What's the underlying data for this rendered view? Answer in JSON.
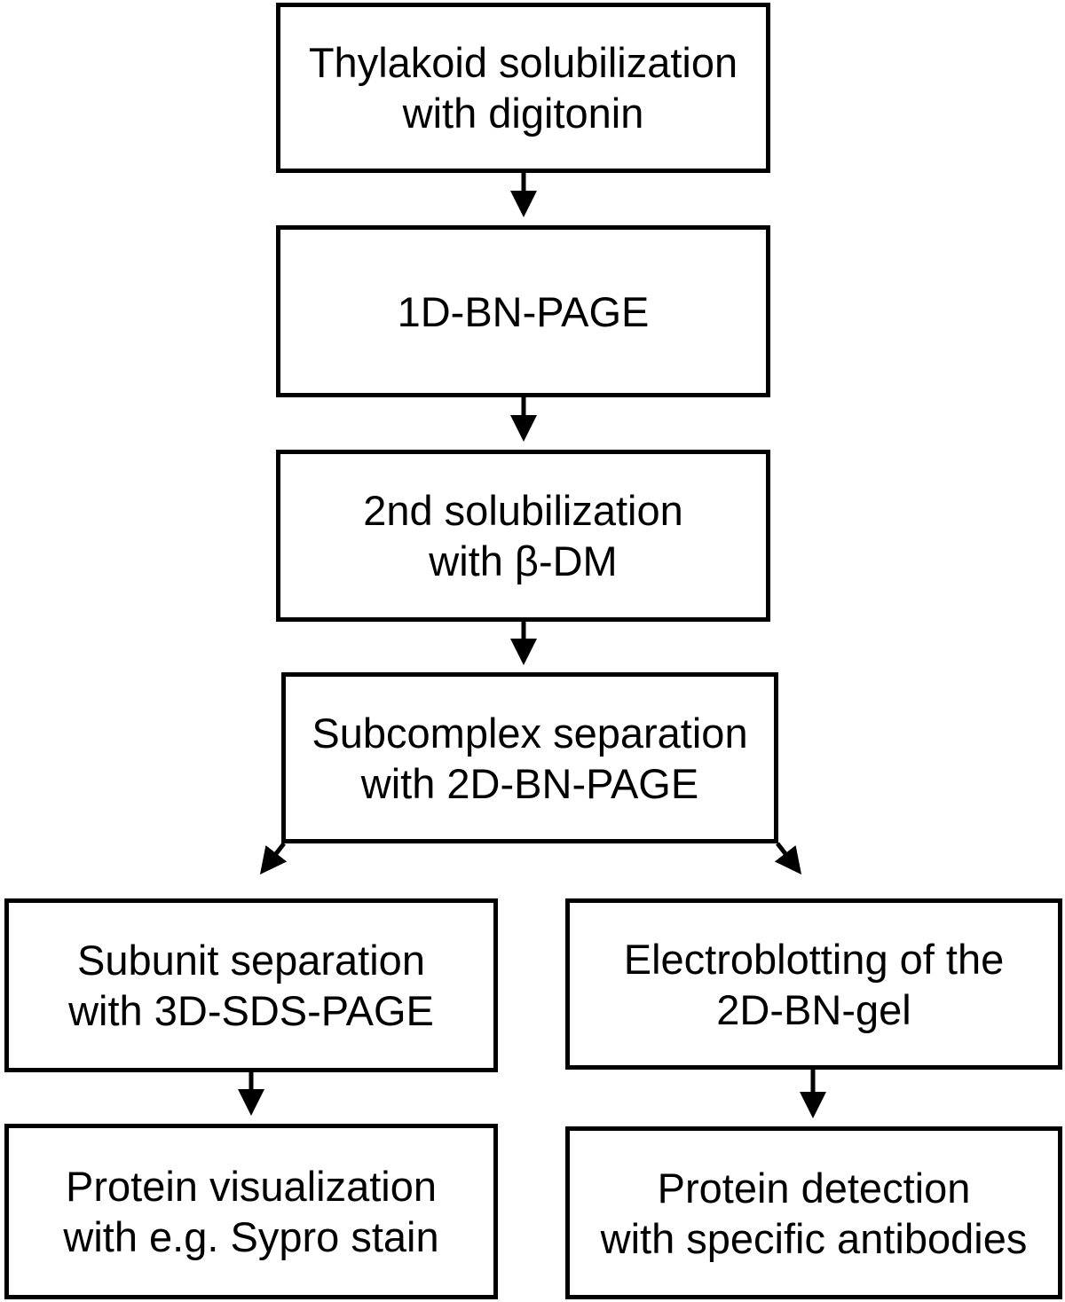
{
  "nodes": [
    {
      "id": "n1",
      "lines": [
        "Thylakoid solubilization",
        "with digitonin"
      ]
    },
    {
      "id": "n2",
      "lines": [
        "1D-BN-PAGE"
      ]
    },
    {
      "id": "n3",
      "lines": [
        "2nd solubilization",
        "with β-DM"
      ]
    },
    {
      "id": "n4",
      "lines": [
        "Subcomplex separation",
        "with 2D-BN-PAGE"
      ]
    },
    {
      "id": "n5",
      "lines": [
        "Subunit separation",
        "with 3D-SDS-PAGE"
      ]
    },
    {
      "id": "n6",
      "lines": [
        "Electroblotting of the",
        "2D-BN-gel"
      ]
    },
    {
      "id": "n7",
      "lines": [
        "Protein visualization",
        "with e.g. Sypro stain"
      ]
    },
    {
      "id": "n8",
      "lines": [
        "Protein detection",
        "with specific antibodies"
      ]
    }
  ],
  "edges": [
    {
      "from": "n1",
      "to": "n2"
    },
    {
      "from": "n2",
      "to": "n3"
    },
    {
      "from": "n3",
      "to": "n4"
    },
    {
      "from": "n4",
      "to": "n5"
    },
    {
      "from": "n4",
      "to": "n6"
    },
    {
      "from": "n5",
      "to": "n7"
    },
    {
      "from": "n6",
      "to": "n8"
    }
  ]
}
